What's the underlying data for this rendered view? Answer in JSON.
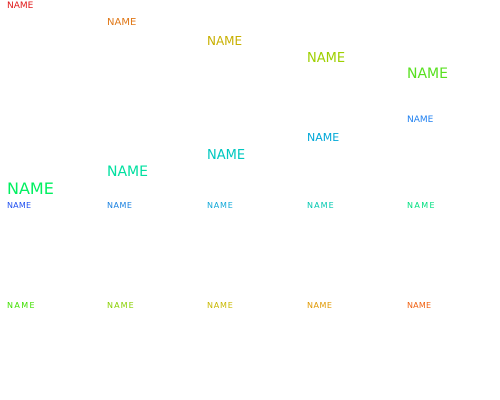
{
  "labels": [
    {
      "text": "NAME",
      "color": "#e01818"
    },
    {
      "text": "NAME",
      "color": "#e07818"
    },
    {
      "text": "NAME",
      "color": "#c8b000"
    },
    {
      "text": "NAME",
      "color": "#9ed000"
    },
    {
      "text": "NAME",
      "color": "#58e020"
    },
    {
      "text": "NAME",
      "color": "#00f060"
    },
    {
      "text": "NAME",
      "color": "#00e0a0"
    },
    {
      "text": "NAME",
      "color": "#00c8c0"
    },
    {
      "text": "NAME",
      "color": "#00a8d8"
    },
    {
      "text": "NAME",
      "color": "#2080f0"
    },
    {
      "text": "NAME",
      "color": "#2050f0"
    },
    {
      "text": "NAME",
      "color": "#1880e0"
    },
    {
      "text": "NAME",
      "color": "#10a8d8"
    },
    {
      "text": "NAME",
      "color": "#00c8b0"
    },
    {
      "text": "NAME",
      "color": "#00e080"
    },
    {
      "text": "NAME",
      "color": "#40e000"
    },
    {
      "text": "NAME",
      "color": "#88d000"
    },
    {
      "text": "NAME",
      "color": "#c8b800"
    },
    {
      "text": "NAME",
      "color": "#e09800"
    },
    {
      "text": "NAME",
      "color": "#f06010"
    }
  ]
}
